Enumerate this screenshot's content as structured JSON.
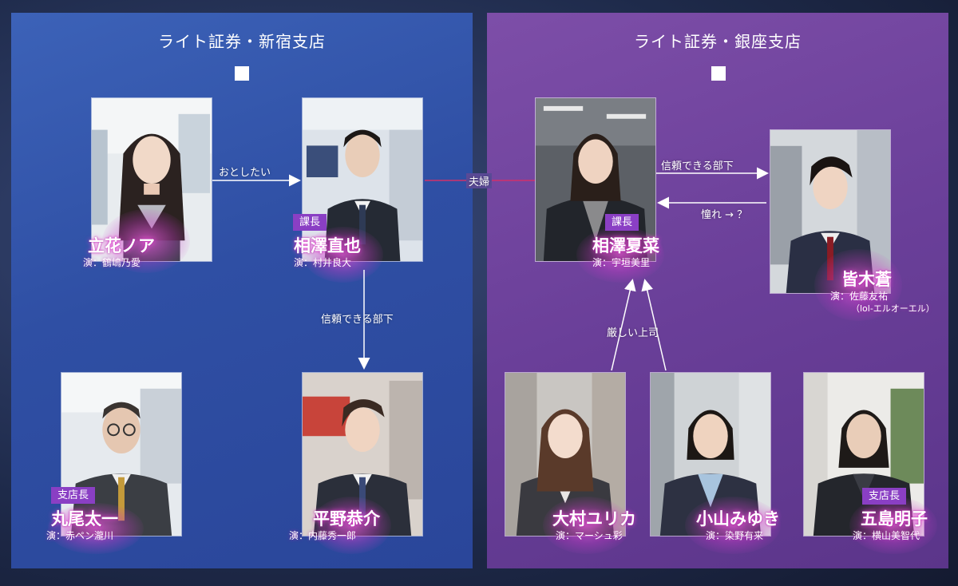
{
  "branches": {
    "shinjuku": {
      "title": "ライト証券・新宿支店"
    },
    "ginza": {
      "title": "ライト証券・銀座支店"
    }
  },
  "characters": {
    "tachibana": {
      "name": "立花ノア",
      "actor": "演：鶴嶋乃愛"
    },
    "aizawa_naoya": {
      "name": "相澤直也",
      "actor": "演：村井良大",
      "role": "課長"
    },
    "maruo": {
      "name": "丸尾太一",
      "actor": "演：赤ペン瀧川",
      "role": "支店長"
    },
    "hirano": {
      "name": "平野恭介",
      "actor": "演：内藤秀一郎"
    },
    "aizawa_kana": {
      "name": "相澤夏菜",
      "actor": "演：宇垣美里",
      "role": "課長"
    },
    "minaki": {
      "name": "皆木蒼",
      "actor": "演：佐藤友祐",
      "actor_note": "（lol-エルオーエル）"
    },
    "omura": {
      "name": "大村ユリカ",
      "actor": "演：マーシュ彩"
    },
    "koyama": {
      "name": "小山みゆき",
      "actor": "演：染野有来"
    },
    "goshima": {
      "name": "五島明子",
      "actor": "演：横山美智代",
      "role": "支店長"
    }
  },
  "relations": {
    "tachibana_to_naoya": "おとしたい",
    "naoya_kana": "夫婦",
    "naoya_to_hirano": "信頼できる部下",
    "kana_to_minaki": "信頼できる部下",
    "minaki_to_kana": "憧れ → ？",
    "subordinates_to_kana": "厳しい上司"
  },
  "colors": {
    "shinjuku_panel": "#3458ac",
    "ginza_panel": "#6f43a0",
    "badge": "#8a3fc4",
    "spouse_line": "#d0306a",
    "name_glow": "#e65adc"
  }
}
